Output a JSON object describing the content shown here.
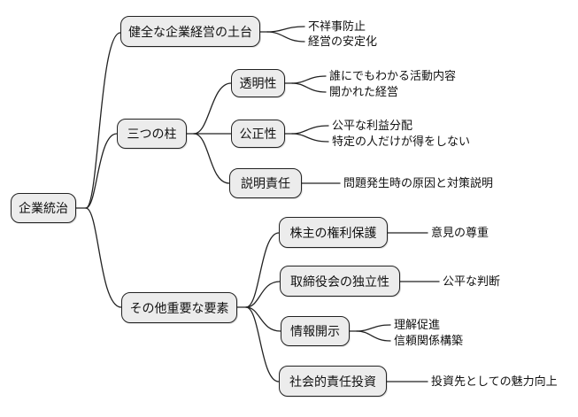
{
  "diagram": {
    "type": "mindmap",
    "direction": "left-to-right",
    "colors": {
      "background": "#ffffff",
      "node_fill": "#ececec",
      "node_border": "#222222",
      "connector": "#222222",
      "text": "#111111"
    },
    "root": {
      "label": "企業統治"
    },
    "branches": [
      {
        "label": "健全な企業経営の土台",
        "leaves": [
          "不祥事防止",
          "経営の安定化"
        ]
      },
      {
        "label": "三つの柱",
        "children": [
          {
            "label": "透明性",
            "leaves": [
              "誰にでもわかる活動内容",
              "開かれた経営"
            ]
          },
          {
            "label": "公正性",
            "leaves": [
              "公平な利益分配",
              "特定の人だけが得をしない"
            ]
          },
          {
            "label": "説明責任",
            "leaves": [
              "問題発生時の原因と対策説明"
            ]
          }
        ]
      },
      {
        "label": "その他重要な要素",
        "children": [
          {
            "label": "株主の権利保護",
            "leaves": [
              "意見の尊重"
            ]
          },
          {
            "label": "取締役会の独立性",
            "leaves": [
              "公平な判断"
            ]
          },
          {
            "label": "情報開示",
            "leaves": [
              "理解促進",
              "信頼関係構築"
            ]
          },
          {
            "label": "社会的責任投資",
            "leaves": [
              "投資先としての魅力向上"
            ]
          }
        ]
      }
    ]
  }
}
